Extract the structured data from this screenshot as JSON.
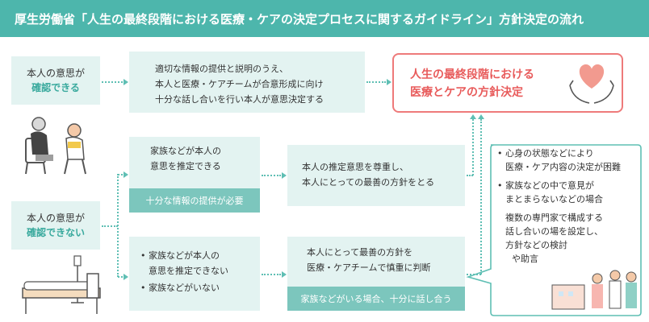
{
  "title": "厚生労働省「人生の最終段階における医療・ケアの決定プロセスに関するガイドライン」方針決定の流れ",
  "left": {
    "can_label": "本人の意思が",
    "can_highlight": "確認できる",
    "cannot_label": "本人の意思が",
    "cannot_highlight": "確認できない"
  },
  "top_process": {
    "line1": "適切な情報の提供と説明のうえ、",
    "line2": "本人と医療・ケアチームが合意形成に向け",
    "line3": "十分な話し合いを行い本人が意思決定する"
  },
  "estimable": {
    "line1": "家族などが本人の",
    "line2": "意思を推定できる",
    "note": "十分な情報の提供が必要"
  },
  "respect": {
    "line1": "本人の推定意思を尊重し、",
    "line2": "本人にとっての最善の方針をとる"
  },
  "not_estimable": {
    "item1_line1": "家族などが本人の",
    "item1_line2": "意思を推定できない",
    "item2": "家族などがいない"
  },
  "best_policy": {
    "line1": "本人にとって最善の方針を",
    "line2": "医療・ケアチームで慎重に判断",
    "note": "家族などがいる場合、十分に話し合う"
  },
  "final": {
    "line1": "人生の最終段階における",
    "line2": "医療とケアの方針決定"
  },
  "callout": {
    "item1_line1": "心身の状態などにより",
    "item1_line2": "医療・ケア内容の決定が困難",
    "item2_line1": "家族などの中で意見が",
    "item2_line2": "まとまらないなどの場合",
    "body_line1": "複数の専門家で構成する",
    "body_line2": "話し合いの場を設定し、",
    "body_line3": "方針などの検討",
    "body_line4": "や助言"
  },
  "colors": {
    "title_bg": "#4db6ac",
    "box_bg": "#e3f3f1",
    "accent": "#38a99d",
    "final_border": "#ee7a7a",
    "final_text": "#e85b5b",
    "heart": "#f29a8f"
  },
  "icons": [
    "heart-hands-icon",
    "caregiver-elderly-illustration",
    "hospital-bed-illustration",
    "medical-team-illustration"
  ]
}
